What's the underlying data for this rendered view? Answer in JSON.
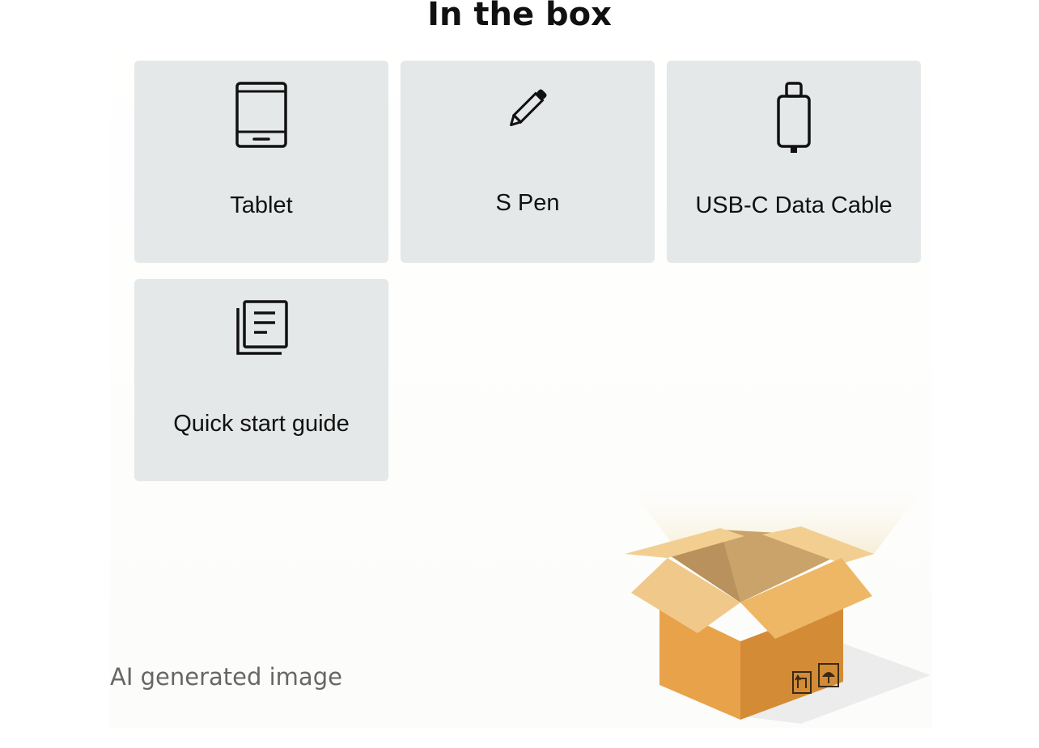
{
  "title": "In the box",
  "items": [
    {
      "label": "Tablet",
      "icon": "tablet-icon"
    },
    {
      "label": "S Pen",
      "icon": "pen-icon"
    },
    {
      "label": "USB-C Data Cable",
      "icon": "usb-cable-icon"
    },
    {
      "label": "Quick start guide",
      "icon": "document-icon"
    }
  ],
  "note": "AI generated image",
  "colors": {
    "card_background": "#e5e8e8",
    "box_orange": "#e8a24a",
    "box_flap_light": "#f0c98a",
    "text_dark": "#111111",
    "note_gray": "#666666"
  }
}
